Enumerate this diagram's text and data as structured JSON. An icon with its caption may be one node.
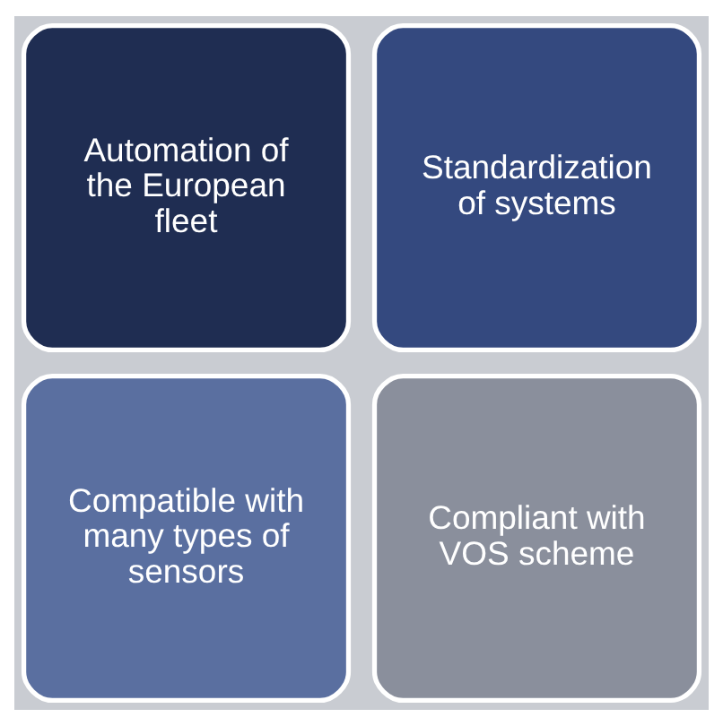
{
  "diagram": {
    "nodes": [
      {
        "text": [
          "Automation of the European fleet"
        ]
      },
      {
        "text": [
          "Standardization of systems"
        ]
      },
      {
        "text": [
          "Compatible with many types of sensors"
        ]
      },
      {
        "text": [
          "Compliant with VOS scheme"
        ]
      }
    ]
  }
}
